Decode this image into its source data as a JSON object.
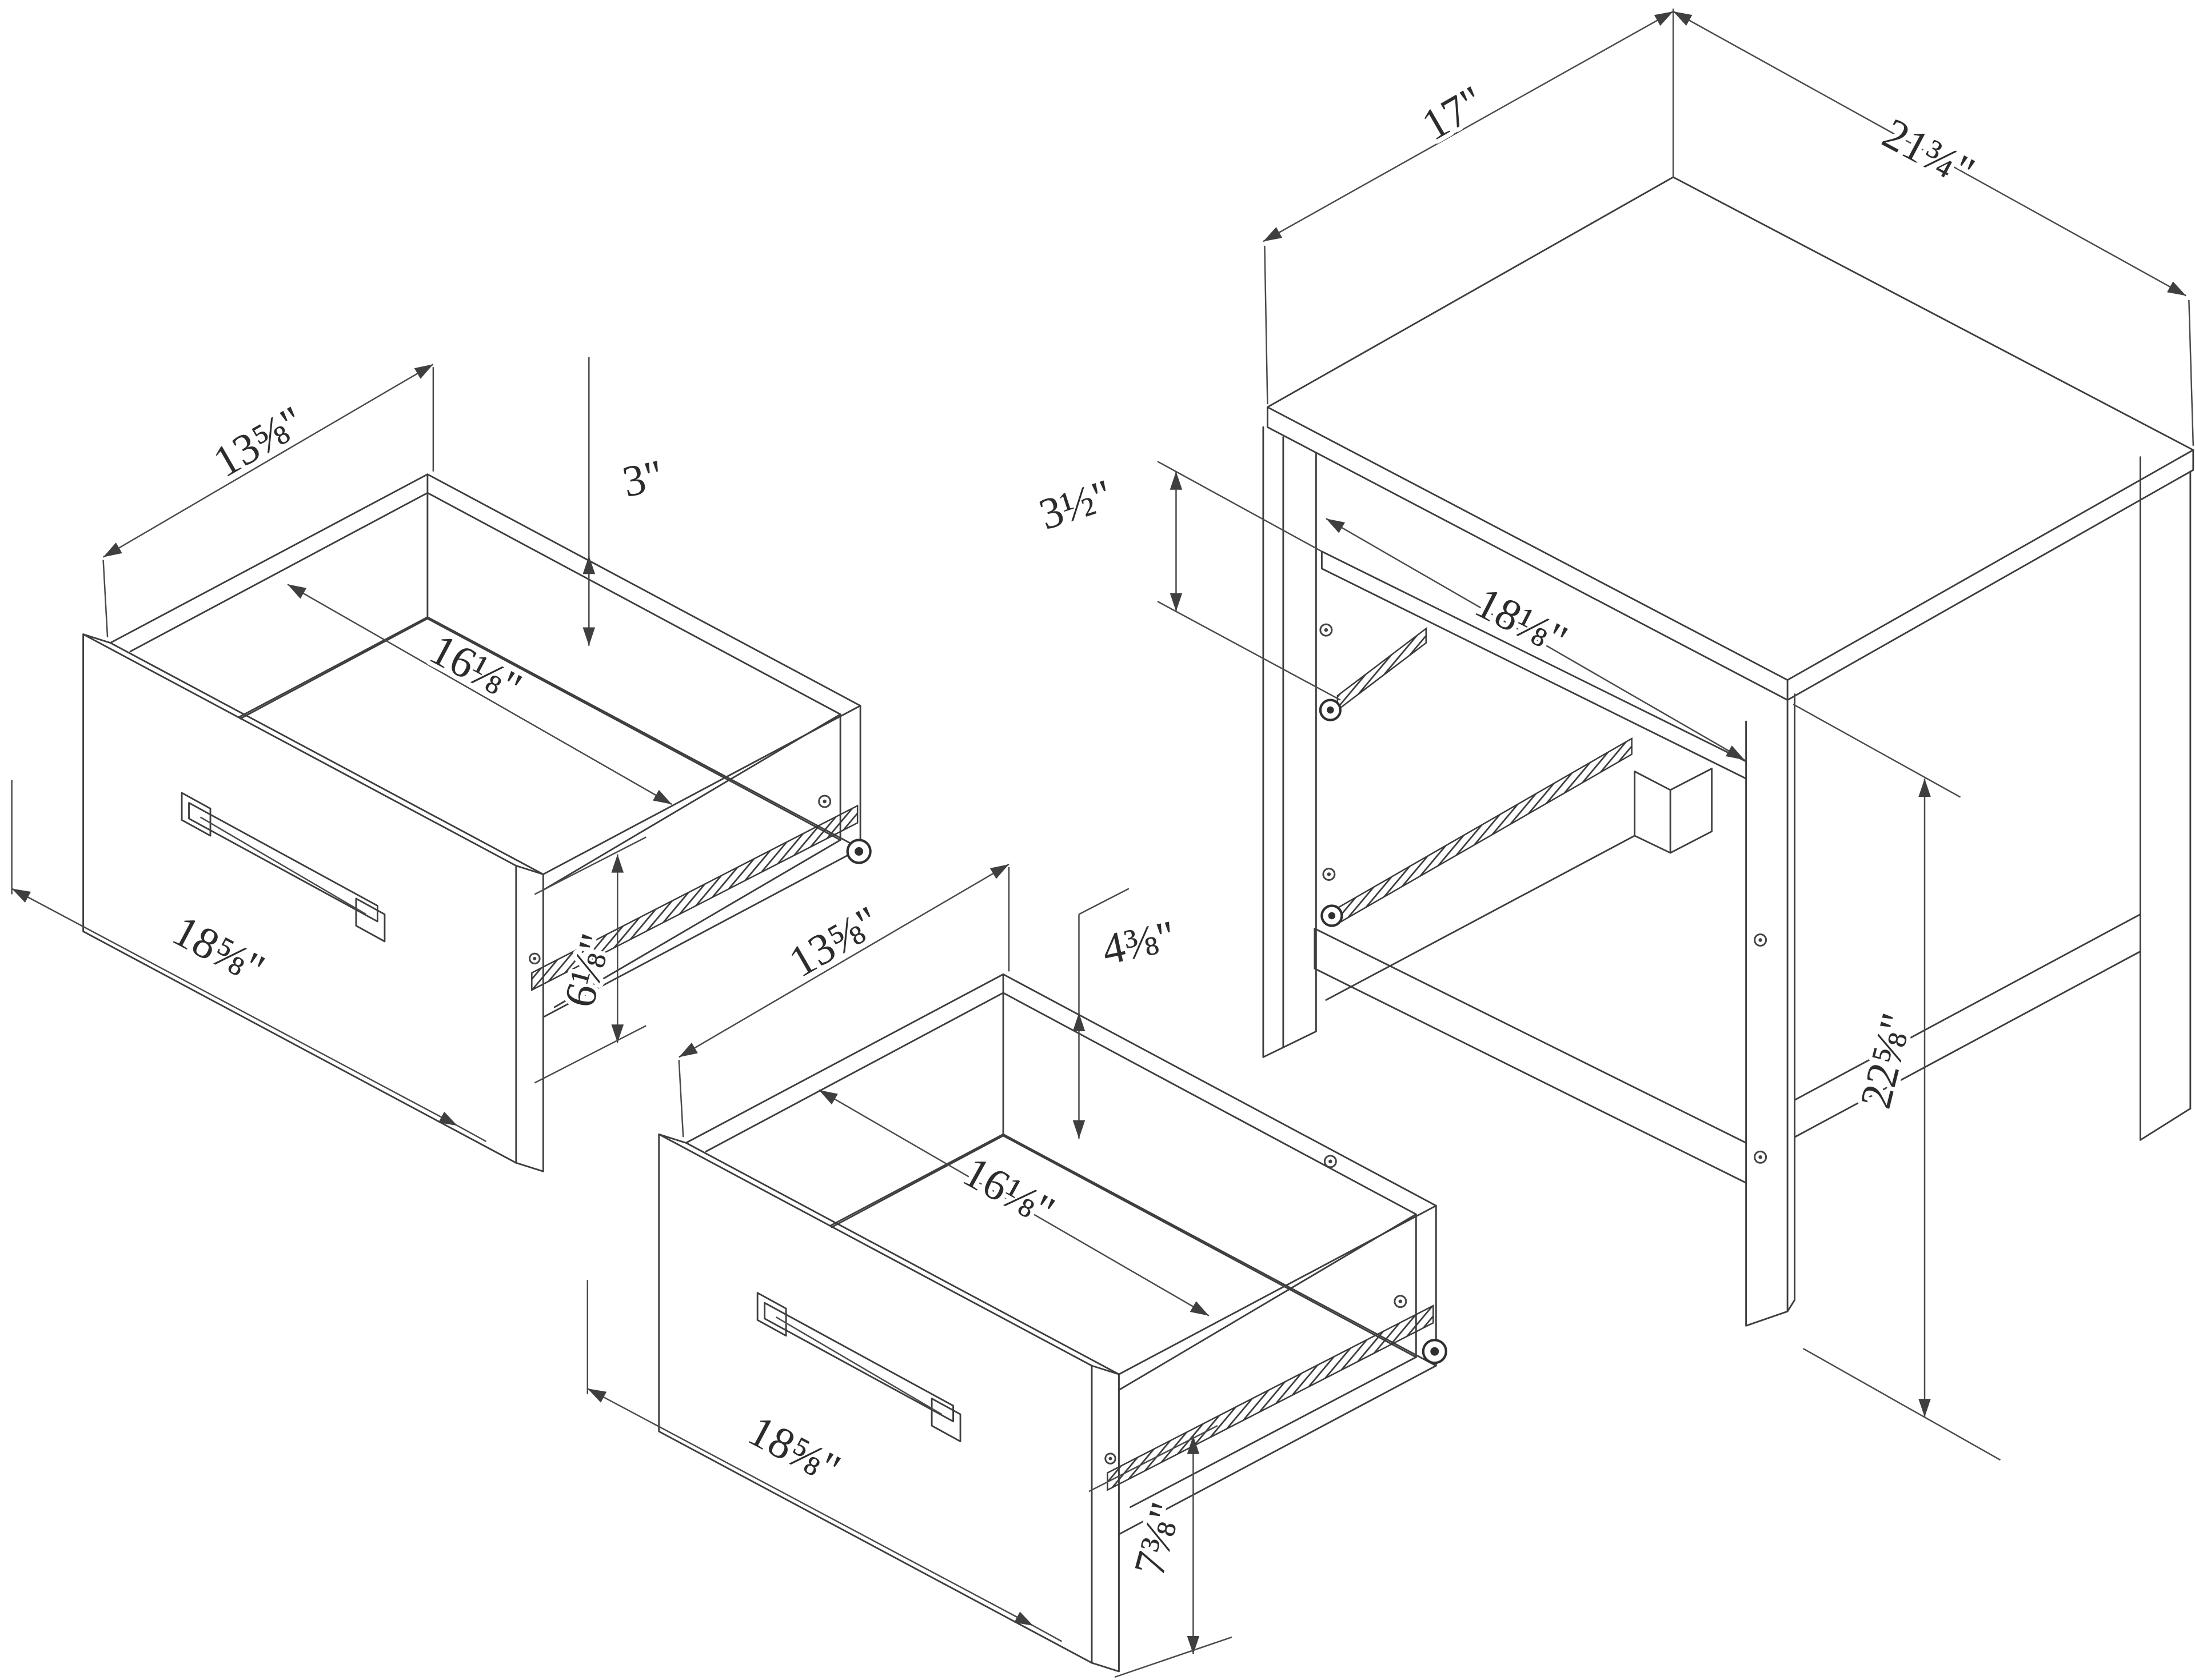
{
  "colors": {
    "background": "#ffffff",
    "line": "#3e3e3e",
    "dimension_line": "#4a4a4a",
    "text": "#2c2c2c"
  },
  "drawing": {
    "type": "furniture-dimension-diagram",
    "nightstand": {
      "top_depth": "17\"",
      "top_width": "21¾\"",
      "opening_height": "3½\"",
      "opening_width": "18⅛\"",
      "overall_height": "22⅝\""
    },
    "top_drawer": {
      "depth": "13⅝\"",
      "interior_height": "3\"",
      "interior_width": "16⅛\"",
      "front_width": "18⅝\"",
      "front_height": "6⅛\""
    },
    "bottom_drawer": {
      "depth": "13⅝\"",
      "interior_height": "4⅜\"",
      "interior_width": "16⅛\"",
      "front_width": "18⅝\"",
      "front_height": "7⅜\""
    }
  }
}
